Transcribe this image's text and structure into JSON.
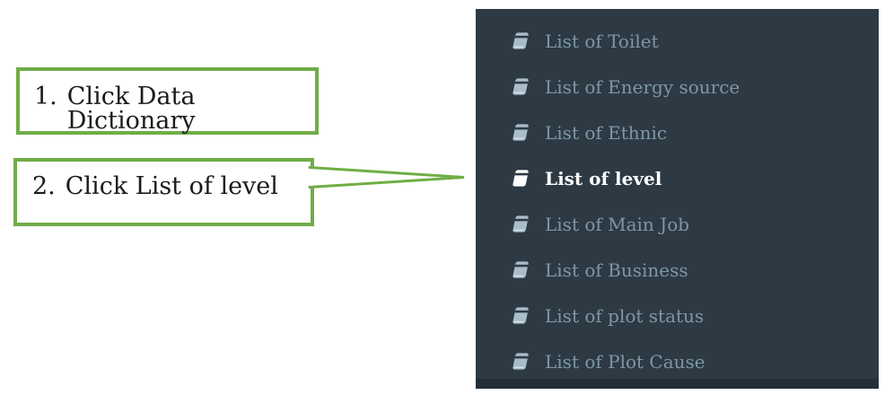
{
  "annotations": {
    "step1": {
      "number": "1.",
      "text": "Click Data Dictionary"
    },
    "step2": {
      "number": "2.",
      "text": "Click List of level"
    }
  },
  "sidebar": {
    "items": [
      {
        "label": "List of Toilet",
        "active": false
      },
      {
        "label": "List of Energy source",
        "active": false
      },
      {
        "label": "List of Ethnic",
        "active": false
      },
      {
        "label": "List of level",
        "active": true
      },
      {
        "label": "List of Main Job",
        "active": false
      },
      {
        "label": "List of Business",
        "active": false
      },
      {
        "label": "List of plot status",
        "active": false
      },
      {
        "label": "List of Plot Cause",
        "active": false
      }
    ],
    "item_icon": "book-icon"
  },
  "colors": {
    "accent_green": "#70ad47",
    "sidebar_bg": "#2d3a44",
    "sidebar_bottom_strip": "#232f39",
    "item_text": "#7e96a4",
    "item_icon": "#a9bdc9",
    "active_item_text": "#ffffff",
    "annotation_text": "#1b1b1b"
  }
}
